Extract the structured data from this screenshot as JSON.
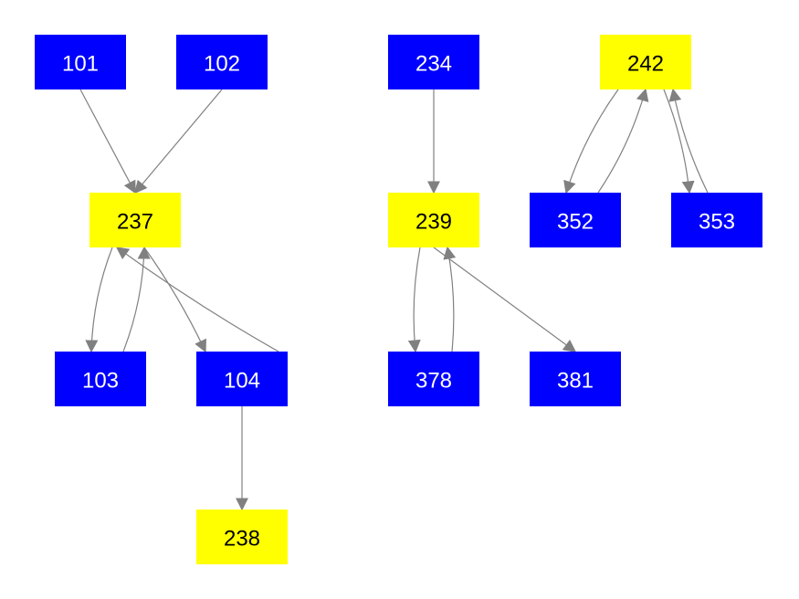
{
  "colors": {
    "primary_node_fill": "#0000ff",
    "primary_node_text": "#ffffff",
    "highlight_node_fill": "#ffff00",
    "highlight_node_text": "#000000",
    "edge": "#808080",
    "background": "#ffffff"
  },
  "nodes": [
    {
      "id": "101",
      "label": "101",
      "kind": "primary"
    },
    {
      "id": "102",
      "label": "102",
      "kind": "primary"
    },
    {
      "id": "237",
      "label": "237",
      "kind": "highlight"
    },
    {
      "id": "103",
      "label": "103",
      "kind": "primary"
    },
    {
      "id": "104",
      "label": "104",
      "kind": "primary"
    },
    {
      "id": "238",
      "label": "238",
      "kind": "highlight"
    },
    {
      "id": "234",
      "label": "234",
      "kind": "primary"
    },
    {
      "id": "239",
      "label": "239",
      "kind": "highlight"
    },
    {
      "id": "378",
      "label": "378",
      "kind": "primary"
    },
    {
      "id": "381",
      "label": "381",
      "kind": "primary"
    },
    {
      "id": "242",
      "label": "242",
      "kind": "highlight"
    },
    {
      "id": "352",
      "label": "352",
      "kind": "primary"
    },
    {
      "id": "353",
      "label": "353",
      "kind": "primary"
    }
  ],
  "edges": [
    {
      "from": "101",
      "to": "237"
    },
    {
      "from": "102",
      "to": "237"
    },
    {
      "from": "237",
      "to": "103"
    },
    {
      "from": "103",
      "to": "237"
    },
    {
      "from": "237",
      "to": "104"
    },
    {
      "from": "104",
      "to": "237"
    },
    {
      "from": "104",
      "to": "238"
    },
    {
      "from": "234",
      "to": "239"
    },
    {
      "from": "239",
      "to": "378"
    },
    {
      "from": "378",
      "to": "239"
    },
    {
      "from": "239",
      "to": "381"
    },
    {
      "from": "242",
      "to": "352"
    },
    {
      "from": "352",
      "to": "242"
    },
    {
      "from": "242",
      "to": "353"
    },
    {
      "from": "353",
      "to": "242"
    }
  ]
}
